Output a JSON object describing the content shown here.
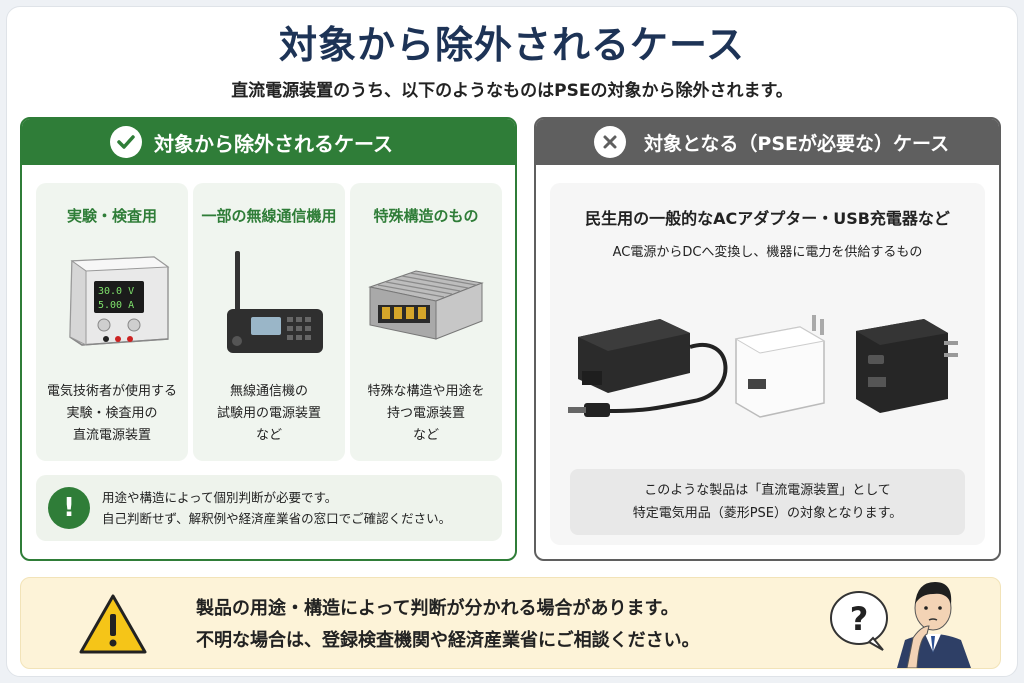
{
  "title": "対象から除外されるケース",
  "subtitle": "直流電源装置のうち、以下のようなものはPSEの対象から除外されます。",
  "left_panel": {
    "header": "対象から除外されるケース",
    "cards": [
      {
        "title": "実験・検査用",
        "desc": [
          "電気技術者が使用する",
          "実験・検査用の",
          "直流電源装置"
        ],
        "display": [
          "30.0 V",
          "5.00 A"
        ]
      },
      {
        "title": "一部の無線通信機用",
        "desc": [
          "無線通信機の",
          "試験用の電源装置",
          "など"
        ]
      },
      {
        "title": "特殊構造のもの",
        "desc": [
          "特殊な構造や用途を",
          "持つ電源装置",
          "など"
        ]
      }
    ],
    "note": [
      "用途や構造によって個別判断が必要です。",
      "自己判断せず、解釈例や経済産業省の窓口でご確認ください。"
    ]
  },
  "right_panel": {
    "header": "対象となる（PSEが必要な）ケース",
    "title": "民生用の一般的なACアダプター・USB充電器など",
    "sub": "AC電源からDCへ変換し、機器に電力を供給するもの",
    "note": [
      "このような製品は「直流電源装置」として",
      "特定電気用品（菱形PSE）の対象となります。"
    ]
  },
  "bottom": {
    "lines": [
      "製品の用途・構造によって判断が分かれる場合があります。",
      "不明な場合は、登録検査機関や経済産業省にご相談ください。"
    ],
    "bubble": "?"
  },
  "colors": {
    "green": "#2f7d38",
    "gray": "#5f5f5f",
    "navy": "#1d3356",
    "warn_yellow": "#f5c518"
  }
}
